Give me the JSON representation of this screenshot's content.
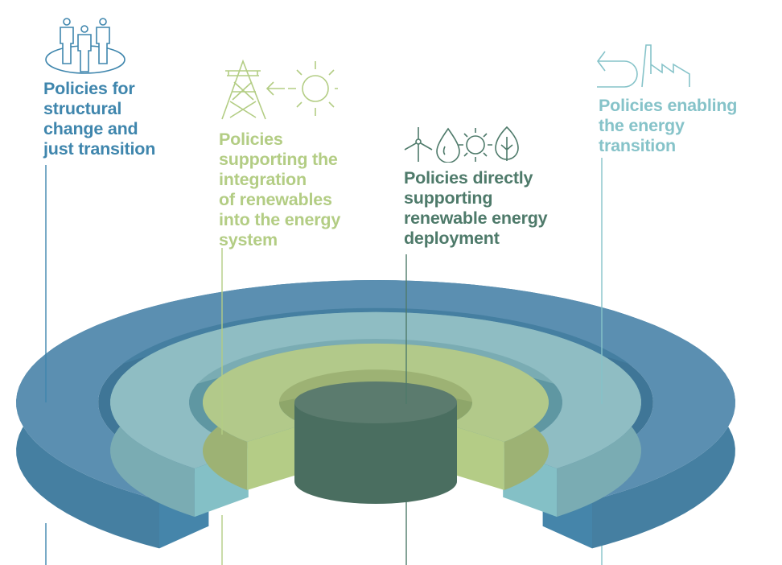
{
  "categories": [
    {
      "id": "structural",
      "label": "Policies for\nstructural\nchange and\njust transition",
      "color": "#3f86ad",
      "icon": "people-icon"
    },
    {
      "id": "integration",
      "label": "Policies\nsupporting the\nintegration\nof renewables\ninto the energy\nsystem",
      "color": "#b3cd84",
      "icon": "pylon-sun-icon"
    },
    {
      "id": "direct",
      "label": "Policies directly\nsupporting\nrenewable energy\ndeployment",
      "color": "#4e7a6a",
      "icon": "renewables-icon"
    },
    {
      "id": "enabling",
      "label": "Policies enabling\nthe energy\ntransition",
      "color": "#86c3c9",
      "icon": "return-factory-icon"
    }
  ],
  "rings": [
    {
      "name": "structural-ring",
      "top": "#5b8fb1",
      "wall": "#457fa1",
      "end": "#4585aa",
      "inner": "#3f7697"
    },
    {
      "name": "enabling-ring",
      "top": "#8fbdc3",
      "wall": "#7aacb3",
      "end": "#84c0c6",
      "inner": "#5f97a2"
    },
    {
      "name": "integration-ring",
      "top": "#b2c98a",
      "wall": "#9db274",
      "end": "#b4cc86",
      "inner": "#8ea66a"
    },
    {
      "name": "direct-core",
      "top": "#5b7b6e",
      "wall": "#4a6e60"
    }
  ]
}
